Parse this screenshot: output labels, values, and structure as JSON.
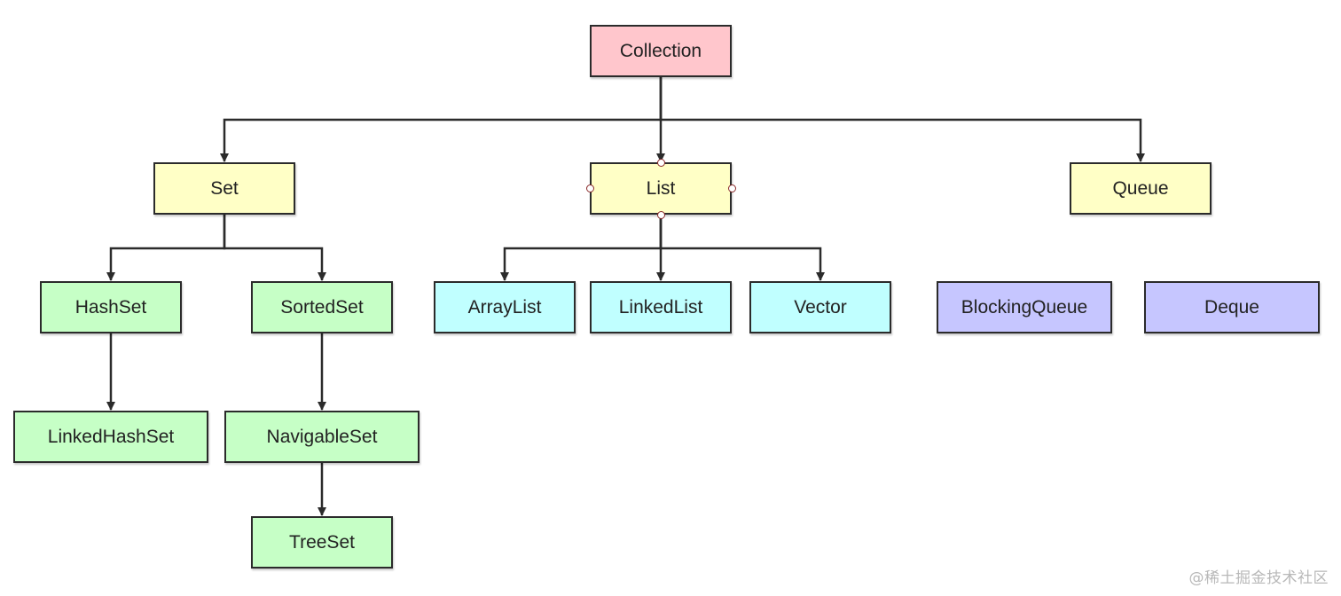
{
  "colors": {
    "root": "#ffc6cc",
    "interface": "#ffffc6",
    "set_impl": "#c6ffc6",
    "list_impl": "#c0ffff",
    "queue_impl": "#c6c6ff",
    "line": "#2b2b2b"
  },
  "nodes": {
    "collection": "Collection",
    "set": "Set",
    "list": "List",
    "queue": "Queue",
    "hashset": "HashSet",
    "sortedset": "SortedSet",
    "arraylist": "ArrayList",
    "linkedlist": "LinkedList",
    "vector": "Vector",
    "blockingqueue": "BlockingQueue",
    "deque": "Deque",
    "linkedhashset": "LinkedHashSet",
    "navigableset": "NavigableSet",
    "treeset": "TreeSet"
  },
  "edges": [
    [
      "collection",
      "set"
    ],
    [
      "collection",
      "list"
    ],
    [
      "collection",
      "queue"
    ],
    [
      "set",
      "hashset"
    ],
    [
      "set",
      "sortedset"
    ],
    [
      "list",
      "arraylist"
    ],
    [
      "list",
      "linkedlist"
    ],
    [
      "list",
      "vector"
    ],
    [
      "hashset",
      "linkedhashset"
    ],
    [
      "sortedset",
      "navigableset"
    ],
    [
      "navigableset",
      "treeset"
    ]
  ],
  "selected_node": "list",
  "watermark": "@稀土掘金技术社区"
}
